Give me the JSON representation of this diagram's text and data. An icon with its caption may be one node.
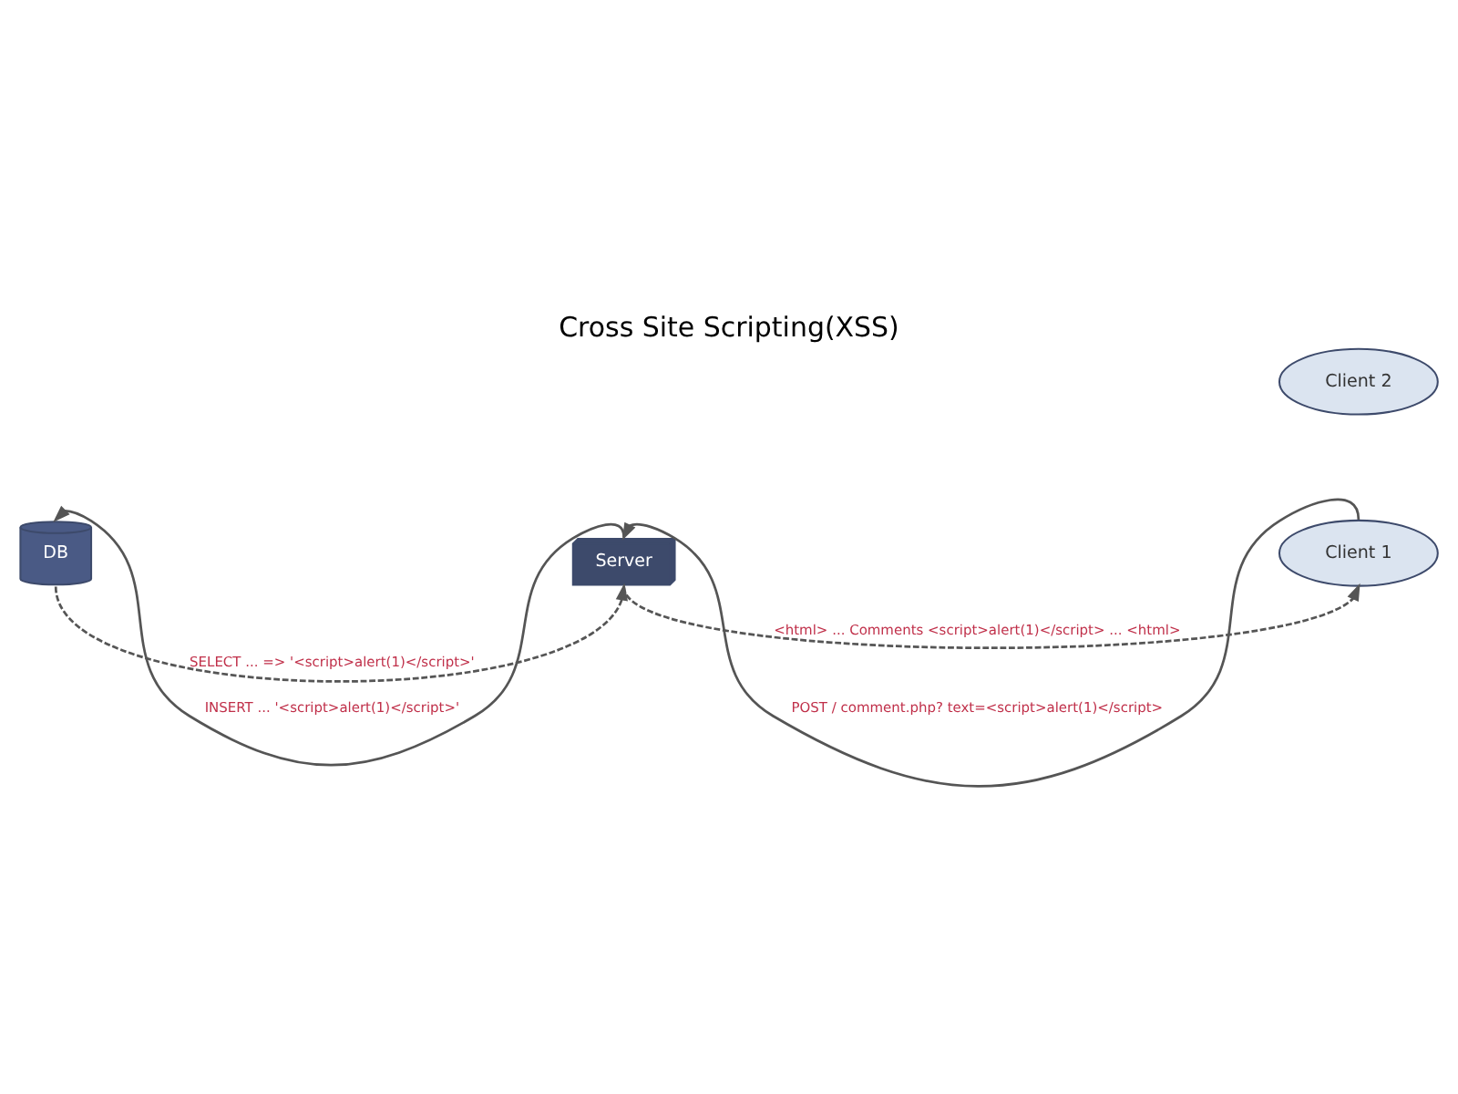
{
  "diagram": {
    "title": "Cross Site Scripting(XSS)",
    "nodes": [
      {
        "text": [
          "Server"
        ]
      },
      {
        "text": [
          "Client 1"
        ]
      },
      {
        "text": [
          "DB"
        ]
      },
      {
        "text": [
          "Client 2"
        ]
      }
    ],
    "edges": [
      {
        "from": 1,
        "to": 0,
        "arrow": "to",
        "label": "POST / comment.php? text=<script>alert(1)</script>"
      },
      {
        "from": 0,
        "to": 2,
        "arrow": "to",
        "label": "INSERT ... '<script>alert(1)</script>'"
      },
      {
        "from": 2,
        "to": 0,
        "arrow": "to",
        "style": "dashed",
        "label": "SELECT ... => '<script>alert(1)</script>'"
      },
      {
        "from": 0,
        "to": 1,
        "arrow": "to",
        "style": "dashed",
        "label": "<html> ... Comments <script>alert(1)</script> ... <html>"
      }
    ]
  }
}
